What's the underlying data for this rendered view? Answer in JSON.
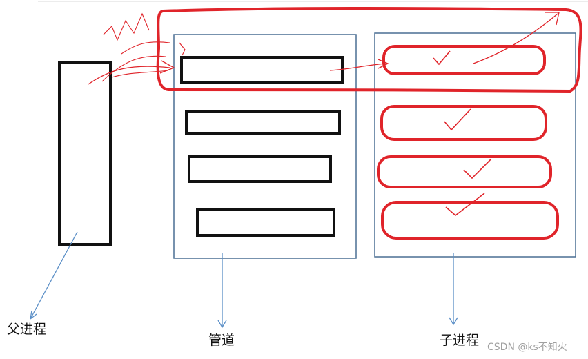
{
  "labels": {
    "parent_process": "父进程",
    "pipe": "管道",
    "child_process": "子进程"
  },
  "watermark": "CSDN @ks不知火",
  "colors": {
    "frame_stroke": "#4a6f93",
    "box_stroke": "#111111",
    "highlight_red": "#e0242a",
    "arrow_blue": "#5b8fc7",
    "text": "#111111",
    "watermark": "#a0a0a0"
  },
  "diagram": {
    "pipe_slot_count": 4,
    "child_slot_count": 4,
    "checked_child_slots": 4,
    "highlighted_row": 1
  }
}
